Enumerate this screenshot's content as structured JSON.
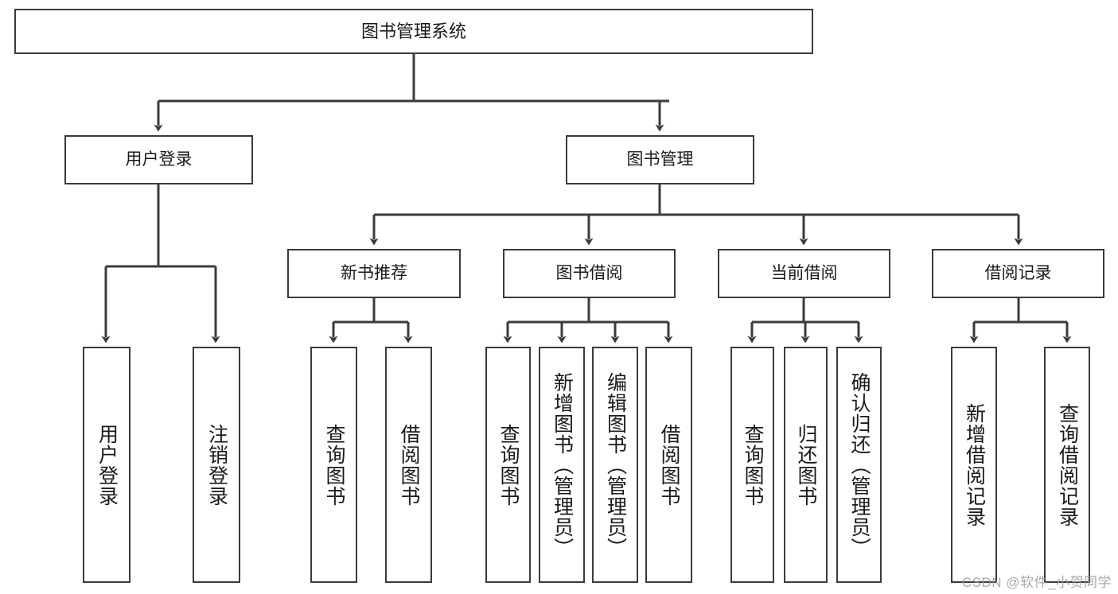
{
  "diagram": {
    "type": "tree",
    "title": "图书管理系统",
    "watermark": "CSDN @软件_小贺同学",
    "colors": {
      "box_border": "#3b3b3b",
      "box_fill": "#ffffff",
      "edge": "#3b3b3b",
      "text": "#1a1a1a",
      "watermark": "#9a9a9a"
    },
    "nodes": {
      "root": {
        "label": "图书管理系统",
        "level": 1
      },
      "l2": [
        {
          "id": "user-login",
          "label": "用户登录",
          "level": 2
        },
        {
          "id": "book-manage",
          "label": "图书管理",
          "level": 2
        }
      ],
      "l3": [
        {
          "id": "new-book-recommend",
          "label": "新书推荐",
          "level": 3
        },
        {
          "id": "book-borrow",
          "label": "图书借阅",
          "level": 3
        },
        {
          "id": "current-borrow",
          "label": "当前借阅",
          "level": 3
        },
        {
          "id": "borrow-record",
          "label": "借阅记录",
          "level": 3
        }
      ],
      "leaves": [
        {
          "id": "leaf-user-login",
          "label": "用户登录",
          "parent": "user-login"
        },
        {
          "id": "leaf-logout",
          "label": "注销登录",
          "parent": "user-login"
        },
        {
          "id": "leaf-query-book-1",
          "label": "查询图书",
          "parent": "new-book-recommend"
        },
        {
          "id": "leaf-borrow-book-1",
          "label": "借阅图书",
          "parent": "new-book-recommend"
        },
        {
          "id": "leaf-query-book-2",
          "label": "查询图书",
          "parent": "book-borrow"
        },
        {
          "id": "leaf-add-book",
          "label": "新增图书（管理员）",
          "parent": "book-borrow"
        },
        {
          "id": "leaf-edit-book",
          "label": "编辑图书（管理员）",
          "parent": "book-borrow"
        },
        {
          "id": "leaf-borrow-book-2",
          "label": "借阅图书",
          "parent": "book-borrow"
        },
        {
          "id": "leaf-query-book-3",
          "label": "查询图书",
          "parent": "current-borrow"
        },
        {
          "id": "leaf-return-book",
          "label": "归还图书",
          "parent": "current-borrow"
        },
        {
          "id": "leaf-confirm-return",
          "label": "确认归还（管理员）",
          "parent": "current-borrow"
        },
        {
          "id": "leaf-add-record",
          "label": "新增借阅记录",
          "parent": "borrow-record"
        },
        {
          "id": "leaf-query-record",
          "label": "查询借阅记录",
          "parent": "borrow-record"
        }
      ]
    }
  }
}
